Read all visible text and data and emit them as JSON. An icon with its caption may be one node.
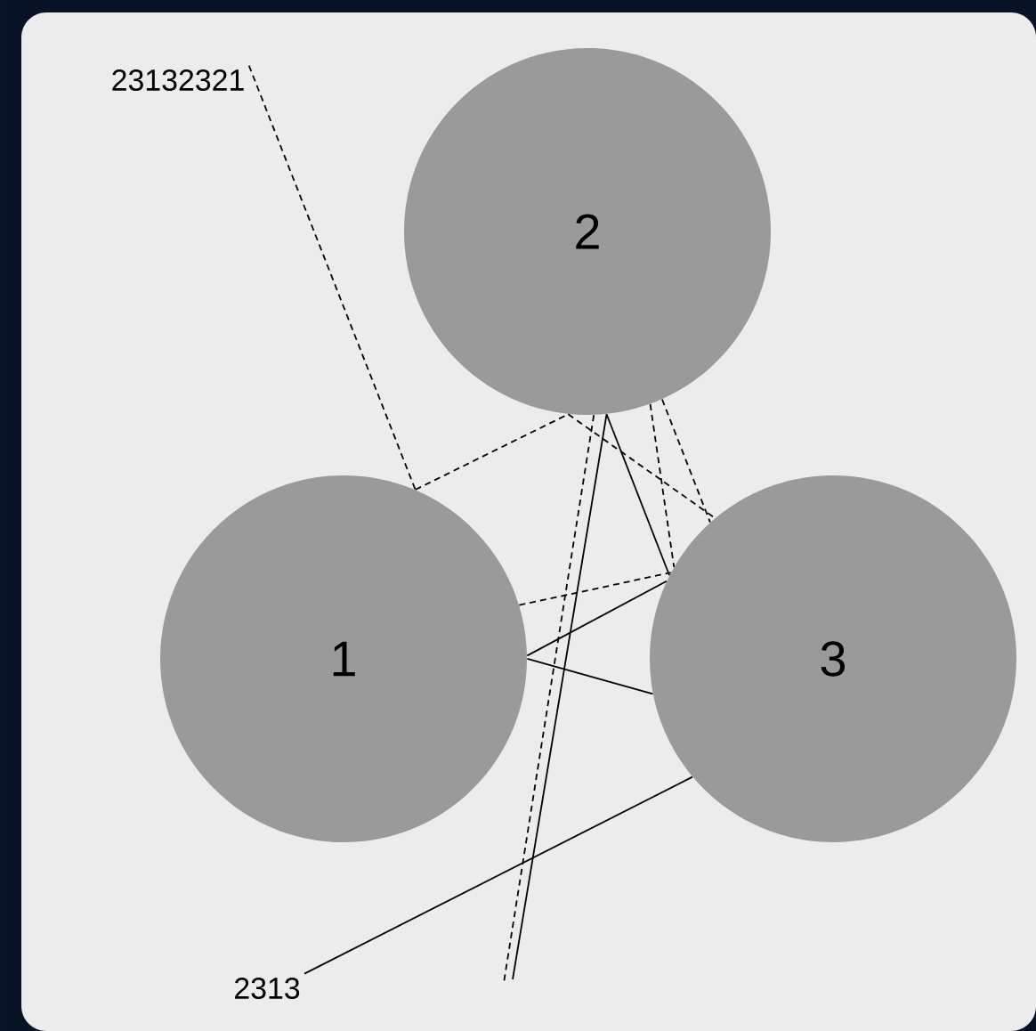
{
  "diagram": {
    "nodes": [
      {
        "text": [
          "23132321"
        ]
      },
      {
        "text": [
          "1"
        ]
      },
      {
        "text": [
          "2"
        ]
      },
      {
        "text": [
          "3"
        ]
      },
      {
        "text": [
          "2313"
        ]
      }
    ],
    "edges": [
      {
        "from": 0,
        "to": 1,
        "arrow": "none",
        "style": "dashed"
      },
      {
        "from": 1,
        "to": 2,
        "arrow": "none",
        "style": "dashed"
      },
      {
        "from": 2,
        "to": 3,
        "arrow": "none",
        "style": "dashed"
      },
      {
        "from": 2,
        "to": 3,
        "arrow": "none",
        "style": "dashed"
      },
      {
        "from": 2,
        "to": 3,
        "arrow": "none",
        "style": "dashed"
      },
      {
        "from": 1,
        "to": 3,
        "arrow": "none",
        "style": "dashed"
      },
      {
        "from": 2,
        "to": null,
        "arrow": "none",
        "style": "dashed"
      },
      {
        "from": 1,
        "to": 3,
        "arrow": "none"
      },
      {
        "from": 1,
        "to": 3,
        "arrow": "none"
      },
      {
        "from": 2,
        "to": 3,
        "arrow": "none"
      },
      {
        "from": 2,
        "to": null,
        "arrow": "none"
      },
      {
        "from": 4,
        "to": 3,
        "arrow": "none"
      }
    ]
  }
}
